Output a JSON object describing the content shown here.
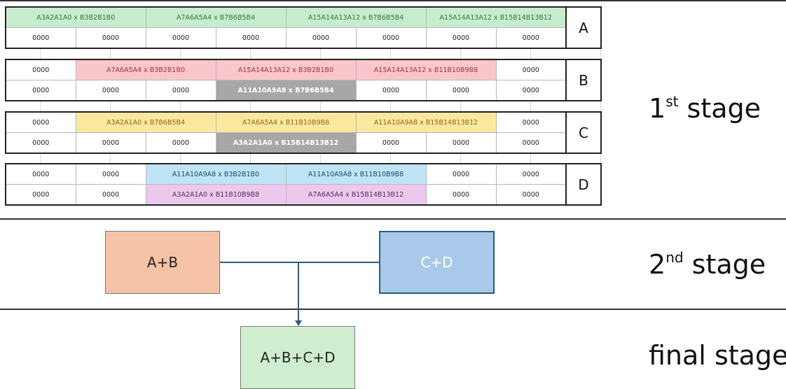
{
  "stage1": {
    "rows": {
      "A": [
        [
          {
            "text": "A3A2A1A0 x B3B2B1B0",
            "span": 2,
            "color": "green"
          },
          {
            "text": "A7A6A5A4 x B7B6B5B4",
            "span": 2,
            "color": "green"
          },
          {
            "text": "A15A14A13A12 x B7B6B5B4",
            "span": 2,
            "color": "green"
          },
          {
            "text": "A15A14A13A12 x B15B14B13B12",
            "span": 2,
            "color": "green"
          }
        ],
        [
          {
            "text": "0000"
          },
          {
            "text": "0000"
          },
          {
            "text": "0000"
          },
          {
            "text": "0000"
          },
          {
            "text": "0000"
          },
          {
            "text": "0000"
          },
          {
            "text": "0000"
          },
          {
            "text": "0000"
          }
        ]
      ],
      "B": [
        [
          {
            "text": "0000"
          },
          {
            "text": "A7A6A5A4 x B3B2B1B0",
            "span": 2,
            "color": "pink"
          },
          {
            "text": "A15A14A13A12 x B3B2B1B0",
            "span": 2,
            "color": "pink"
          },
          {
            "text": "A15A14A13A12 x B11B10B9B8",
            "span": 2,
            "color": "pink"
          },
          {
            "text": "0000"
          }
        ],
        [
          {
            "text": "0000"
          },
          {
            "text": "0000"
          },
          {
            "text": "0000"
          },
          {
            "text": "A11A10A9A8 x B7B6B5B4",
            "span": 2,
            "color": "gray"
          },
          {
            "text": "0000"
          },
          {
            "text": "0000"
          },
          {
            "text": "0000"
          }
        ]
      ],
      "C": [
        [
          {
            "text": "0000"
          },
          {
            "text": "A3A2A1A0 x B7B6B5B4",
            "span": 2,
            "color": "yellow"
          },
          {
            "text": "A7A6A5A4 x B11B10B9B8",
            "span": 2,
            "color": "yellow"
          },
          {
            "text": "A11A10A9A8 x B15B14B13B12",
            "span": 2,
            "color": "yellow"
          },
          {
            "text": "0000"
          }
        ],
        [
          {
            "text": "0000"
          },
          {
            "text": "0000"
          },
          {
            "text": "0000"
          },
          {
            "text": "A3A2A1A0 x B15B14B13B12",
            "span": 2,
            "color": "gray"
          },
          {
            "text": "0000"
          },
          {
            "text": "0000"
          },
          {
            "text": "0000"
          }
        ]
      ],
      "D": [
        [
          {
            "text": "0000"
          },
          {
            "text": "0000"
          },
          {
            "text": "A11A10A9A8 x B3B2B1B0",
            "span": 2,
            "color": "blue"
          },
          {
            "text": "A11A10A9A8 x B11B10B9B8",
            "span": 2,
            "color": "blue"
          },
          {
            "text": "0000"
          },
          {
            "text": "0000"
          }
        ],
        [
          {
            "text": "0000"
          },
          {
            "text": "0000"
          },
          {
            "text": "A3A2A1A0 x B11B10B9B8",
            "span": 2,
            "color": "violet"
          },
          {
            "text": "A7A6A5A4 x B15B14B13B12",
            "span": 2,
            "color": "violet"
          },
          {
            "text": "0000"
          },
          {
            "text": "0000"
          }
        ]
      ]
    },
    "labels": {
      "A": "A",
      "B": "B",
      "C": "C",
      "D": "D"
    },
    "stage_label": {
      "num": "1",
      "suffix": "st",
      "word": "stage"
    }
  },
  "stage2": {
    "box_ab": "A+B",
    "box_cd": "C+D",
    "stage_label": {
      "num": "2",
      "suffix": "nd",
      "word": "stage"
    }
  },
  "final": {
    "box": "A+B+C+D",
    "stage_label": "final stage"
  },
  "colors": {
    "green": "#c8ecce",
    "pink": "#f9c6cc",
    "yellow": "#fbe8a0",
    "gray": "#a7a7a7",
    "blue": "#bfe4f5",
    "violet": "#ebc8ec",
    "box_ab": "#f6c3a6",
    "box_cd": "#a9c9ea",
    "box_final": "#cfeecf",
    "connector": "#2a5d7a"
  }
}
